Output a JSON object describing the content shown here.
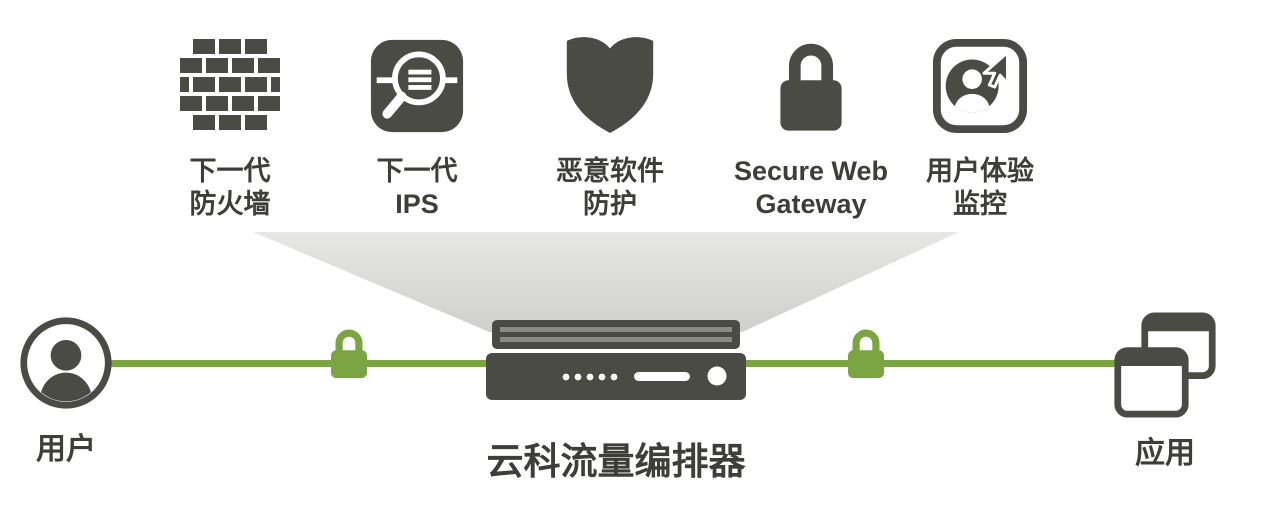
{
  "services": [
    {
      "name": "next-gen-firewall",
      "icon": "firewall-icon",
      "label": "下一代\n防火墙"
    },
    {
      "name": "next-gen-ips",
      "icon": "ips-magnifier-icon",
      "label": "下一代\nIPS"
    },
    {
      "name": "malware-protection",
      "icon": "shield-icon",
      "label": "恶意软件\n防护"
    },
    {
      "name": "secure-web-gateway",
      "icon": "lock-icon",
      "label": "Secure Web\nGateway"
    },
    {
      "name": "user-experience-monitoring",
      "icon": "user-cursor-icon",
      "label": "用户体验\n监控"
    }
  ],
  "flow": {
    "user_label": "用户",
    "apps_label": "应用",
    "appliance_label": "云科流量编排器"
  },
  "colors": {
    "icon_dark": "#4b4b46",
    "accent_green": "#7ba443",
    "funnel_gray_top": "#e7e7e5",
    "funnel_gray_bottom": "#cfcfcd"
  }
}
